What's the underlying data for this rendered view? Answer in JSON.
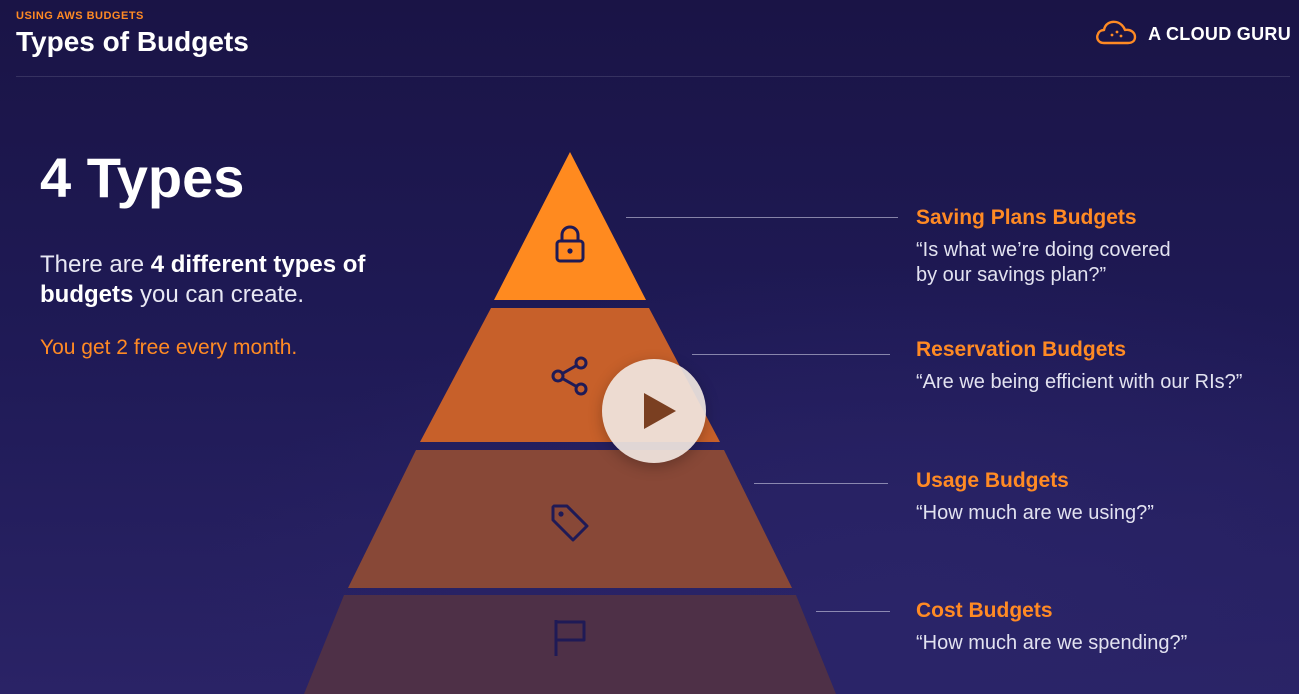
{
  "header": {
    "eyebrow": "USING AWS BUDGETS",
    "title": "Types of Budgets",
    "brand": "A CLOUD GURU"
  },
  "intro": {
    "headline": "4 Types",
    "desc_prefix": "There are ",
    "desc_bold": "4 different types of budgets",
    "desc_suffix": " you can create.",
    "free_note": "You get 2 free every month."
  },
  "tiers": [
    {
      "name": "Saving Plans Budgets",
      "quote_line1": "“Is what we’re doing covered",
      "quote_line2": "by our savings plan?”",
      "icon": "lock-icon",
      "color": "#ff8a1f"
    },
    {
      "name": "Reservation Budgets",
      "quote_line1": "“Are we being efficient with our RIs?”",
      "quote_line2": "",
      "icon": "share-nodes-icon",
      "color": "#c7602a"
    },
    {
      "name": "Usage Budgets",
      "quote_line1": "“How much are we using?”",
      "quote_line2": "",
      "icon": "tag-icon",
      "color": "#884837"
    },
    {
      "name": "Cost Budgets",
      "quote_line1": "“How much are we spending?”",
      "quote_line2": "",
      "icon": "flag-icon",
      "color": "#4e3047"
    }
  ],
  "player": {
    "play_icon": "play-icon"
  },
  "colors": {
    "accent": "#ff8a24",
    "background": "#1c1650"
  }
}
